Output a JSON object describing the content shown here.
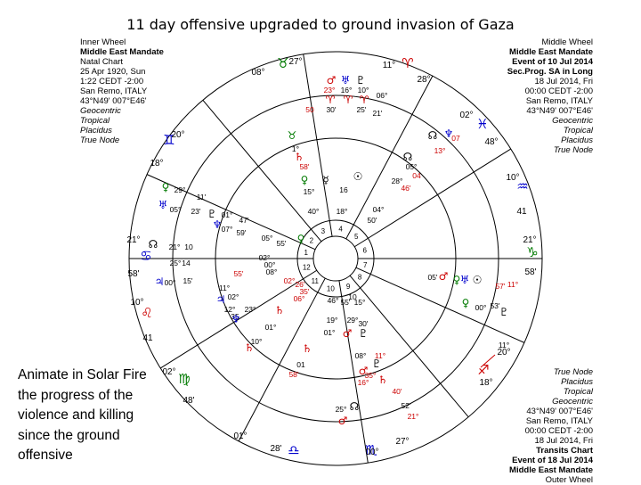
{
  "title": "11 day offensive upgraded to ground invasion of Gaza",
  "inner_wheel": {
    "lines": [
      "Inner Wheel",
      "Middle East Mandate",
      "Natal Chart",
      "25 Apr 1920, Sun",
      "1:22 CEDT -2:00",
      "San Remo, ITALY",
      "43°N49' 007°E46'",
      "Geocentric",
      "Tropical",
      "Placidus",
      "True Node"
    ]
  },
  "middle_wheel": {
    "lines": [
      "Middle Wheel",
      "Middle East Mandate",
      "Event of 10 Jul 2014",
      "Sec.Prog. SA in Long",
      "18 Jul 2014, Fri",
      "00:00 CEDT -2:00",
      "San Remo, ITALY",
      "43°N49' 007°E46'",
      "Geocentric",
      "Tropical",
      "Placidus",
      "True Node"
    ]
  },
  "outer_wheel": {
    "lines": [
      "True Node",
      "Placidus",
      "Tropical",
      "Geocentric",
      "43°N49' 007°E46'",
      "San Remo, ITALY",
      "00:00 CEDT -2:00",
      "18 Jul 2014, Fri",
      "Transits Chart",
      "Event of 18 Jul 2014",
      "Middle East Mandate",
      "Outer Wheel"
    ]
  },
  "caption": "Animate in Solar Fire the progress of the violence and killing since the ground offensive",
  "colors": {
    "red": "#cc0000",
    "blue": "#0000cc",
    "green": "#007a00",
    "black": "#000000"
  },
  "house_numbers": [
    "1",
    "2",
    "3",
    "4",
    "5",
    "6",
    "7",
    "8",
    "9",
    "10",
    "11",
    "12"
  ],
  "cusp_labels": [
    {
      "text": "27°",
      "color": "black"
    },
    {
      "text": "08°",
      "color": "black"
    },
    {
      "text": "11°",
      "color": "black"
    },
    {
      "text": "28°",
      "color": "black"
    },
    {
      "text": "20°",
      "color": "black"
    },
    {
      "text": "02°",
      "color": "black"
    },
    {
      "text": "18°",
      "color": "black"
    },
    {
      "text": "48°",
      "color": "black"
    },
    {
      "text": "10°",
      "color": "black"
    },
    {
      "text": "21°",
      "color": "black"
    },
    {
      "text": "21°",
      "color": "black"
    },
    {
      "text": "58'",
      "color": "black"
    },
    {
      "text": "58'",
      "color": "black"
    },
    {
      "text": "10°",
      "color": "black"
    },
    {
      "text": "41",
      "color": "black"
    },
    {
      "text": "41",
      "color": "black"
    },
    {
      "text": "02°",
      "color": "black"
    },
    {
      "text": "48'",
      "color": "black"
    },
    {
      "text": "20°",
      "color": "black"
    },
    {
      "text": "18°",
      "color": "black"
    },
    {
      "text": "01°",
      "color": "black"
    },
    {
      "text": "28'",
      "color": "black"
    },
    {
      "text": "27°",
      "color": "black"
    },
    {
      "text": "00°",
      "color": "black"
    }
  ],
  "sign_glyphs": [
    {
      "glyph": "♉",
      "color": "green"
    },
    {
      "glyph": "♈",
      "color": "red"
    },
    {
      "glyph": "♓",
      "color": "blue"
    },
    {
      "glyph": "♒",
      "color": "blue"
    },
    {
      "glyph": "♑",
      "color": "green"
    },
    {
      "glyph": "♐",
      "color": "red"
    },
    {
      "glyph": "♏",
      "color": "blue"
    },
    {
      "glyph": "♎",
      "color": "blue"
    },
    {
      "glyph": "♍",
      "color": "green"
    },
    {
      "glyph": "♌",
      "color": "red"
    },
    {
      "glyph": "♋",
      "color": "blue"
    },
    {
      "glyph": "♊",
      "color": "blue"
    }
  ],
  "planet_labels": [
    {
      "text": "♂",
      "color": "red"
    },
    {
      "text": "♅",
      "color": "blue"
    },
    {
      "text": "♇",
      "color": "black"
    },
    {
      "text": "23°",
      "color": "red"
    },
    {
      "text": "16°",
      "color": "black"
    },
    {
      "text": "10°",
      "color": "black"
    },
    {
      "text": "06°",
      "color": "black"
    },
    {
      "text": "♈",
      "color": "red"
    },
    {
      "text": "♈",
      "color": "red"
    },
    {
      "text": "♈",
      "color": "red"
    },
    {
      "text": "50",
      "color": "red"
    },
    {
      "text": "30'",
      "color": "black"
    },
    {
      "text": "25'",
      "color": "black"
    },
    {
      "text": "21'",
      "color": "black"
    },
    {
      "text": "☊",
      "color": "black"
    },
    {
      "text": "♆",
      "color": "blue"
    },
    {
      "text": "07",
      "color": "red"
    },
    {
      "text": "13°",
      "color": "red"
    },
    {
      "text": "♉",
      "color": "green"
    },
    {
      "text": "1°",
      "color": "black"
    },
    {
      "text": "♄",
      "color": "red"
    },
    {
      "text": "58'",
      "color": "red"
    },
    {
      "text": "☊",
      "color": "black"
    },
    {
      "text": "05°",
      "color": "black"
    },
    {
      "text": "28°",
      "color": "black"
    },
    {
      "text": "46'",
      "color": "red"
    },
    {
      "text": "04",
      "color": "red"
    },
    {
      "text": "♀",
      "color": "green"
    },
    {
      "text": "29°",
      "color": "black"
    },
    {
      "text": "11'",
      "color": "black"
    },
    {
      "text": "♅",
      "color": "blue"
    },
    {
      "text": "05°",
      "color": "black"
    },
    {
      "text": "23'",
      "color": "black"
    },
    {
      "text": "♇",
      "color": "black"
    },
    {
      "text": "01°",
      "color": "black"
    },
    {
      "text": "47'",
      "color": "black"
    },
    {
      "text": "♆",
      "color": "blue"
    },
    {
      "text": "07°",
      "color": "black"
    },
    {
      "text": "59'",
      "color": "black"
    },
    {
      "text": "♀",
      "color": "green"
    },
    {
      "text": "15°",
      "color": "black"
    },
    {
      "text": "40°",
      "color": "black"
    },
    {
      "text": "☿",
      "color": "black"
    },
    {
      "text": "16",
      "color": "black"
    },
    {
      "text": "18°",
      "color": "black"
    },
    {
      "text": "☉",
      "color": "black"
    },
    {
      "text": "04°",
      "color": "black"
    },
    {
      "text": "50'",
      "color": "black"
    },
    {
      "text": "05°",
      "color": "black"
    },
    {
      "text": "55'",
      "color": "black"
    },
    {
      "text": "♀",
      "color": "green"
    },
    {
      "text": "☊",
      "color": "black"
    },
    {
      "text": "21°",
      "color": "black"
    },
    {
      "text": "10",
      "color": "black"
    },
    {
      "text": "25°",
      "color": "black"
    },
    {
      "text": "14",
      "color": "black"
    },
    {
      "text": "♃",
      "color": "blue"
    },
    {
      "text": "00°",
      "color": "black"
    },
    {
      "text": "15'",
      "color": "black"
    },
    {
      "text": "02°",
      "color": "black"
    },
    {
      "text": "00°",
      "color": "black"
    },
    {
      "text": "08°",
      "color": "black"
    },
    {
      "text": "55'",
      "color": "red"
    },
    {
      "text": "02°",
      "color": "red"
    },
    {
      "text": "26'",
      "color": "red"
    },
    {
      "text": "11°",
      "color": "black"
    },
    {
      "text": "02°",
      "color": "black"
    },
    {
      "text": "12°",
      "color": "black"
    },
    {
      "text": "35",
      "color": "black"
    },
    {
      "text": "23°",
      "color": "black"
    },
    {
      "text": "♆",
      "color": "blue"
    },
    {
      "text": "♃",
      "color": "blue"
    },
    {
      "text": "♄",
      "color": "red"
    },
    {
      "text": "06°",
      "color": "red"
    },
    {
      "text": "35'",
      "color": "red"
    },
    {
      "text": "01°",
      "color": "black"
    },
    {
      "text": "10°",
      "color": "black"
    },
    {
      "text": "♄",
      "color": "red"
    },
    {
      "text": "10",
      "color": "black"
    },
    {
      "text": "46°",
      "color": "black"
    },
    {
      "text": "55'",
      "color": "black"
    },
    {
      "text": "15°",
      "color": "black"
    },
    {
      "text": "19°",
      "color": "black"
    },
    {
      "text": "29°",
      "color": "black"
    },
    {
      "text": "30'",
      "color": "black"
    },
    {
      "text": "01°",
      "color": "black"
    },
    {
      "text": "♂",
      "color": "red"
    },
    {
      "text": "♇",
      "color": "black"
    },
    {
      "text": "♂",
      "color": "red"
    },
    {
      "text": "05'",
      "color": "black"
    },
    {
      "text": "♀",
      "color": "green"
    },
    {
      "text": "11°",
      "color": "black"
    },
    {
      "text": "☉",
      "color": "black"
    },
    {
      "text": "♅",
      "color": "blue"
    },
    {
      "text": "57'",
      "color": "red"
    },
    {
      "text": "11°",
      "color": "red"
    },
    {
      "text": "♀",
      "color": "green"
    },
    {
      "text": "00°",
      "color": "black"
    },
    {
      "text": "53'",
      "color": "black"
    },
    {
      "text": "♇",
      "color": "black"
    },
    {
      "text": "♄",
      "color": "red"
    },
    {
      "text": "01",
      "color": "black"
    },
    {
      "text": "58'",
      "color": "red"
    },
    {
      "text": "08°",
      "color": "black"
    },
    {
      "text": "11°",
      "color": "red"
    },
    {
      "text": "♂",
      "color": "red"
    },
    {
      "text": "♇",
      "color": "black"
    },
    {
      "text": "35°",
      "color": "red"
    },
    {
      "text": "16°",
      "color": "red"
    },
    {
      "text": "♄",
      "color": "red"
    },
    {
      "text": "40'",
      "color": "red"
    },
    {
      "text": "52'",
      "color": "black"
    },
    {
      "text": "21°",
      "color": "red"
    },
    {
      "text": "25°",
      "color": "black"
    },
    {
      "text": "☊",
      "color": "black"
    },
    {
      "text": "♂",
      "color": "red"
    }
  ]
}
